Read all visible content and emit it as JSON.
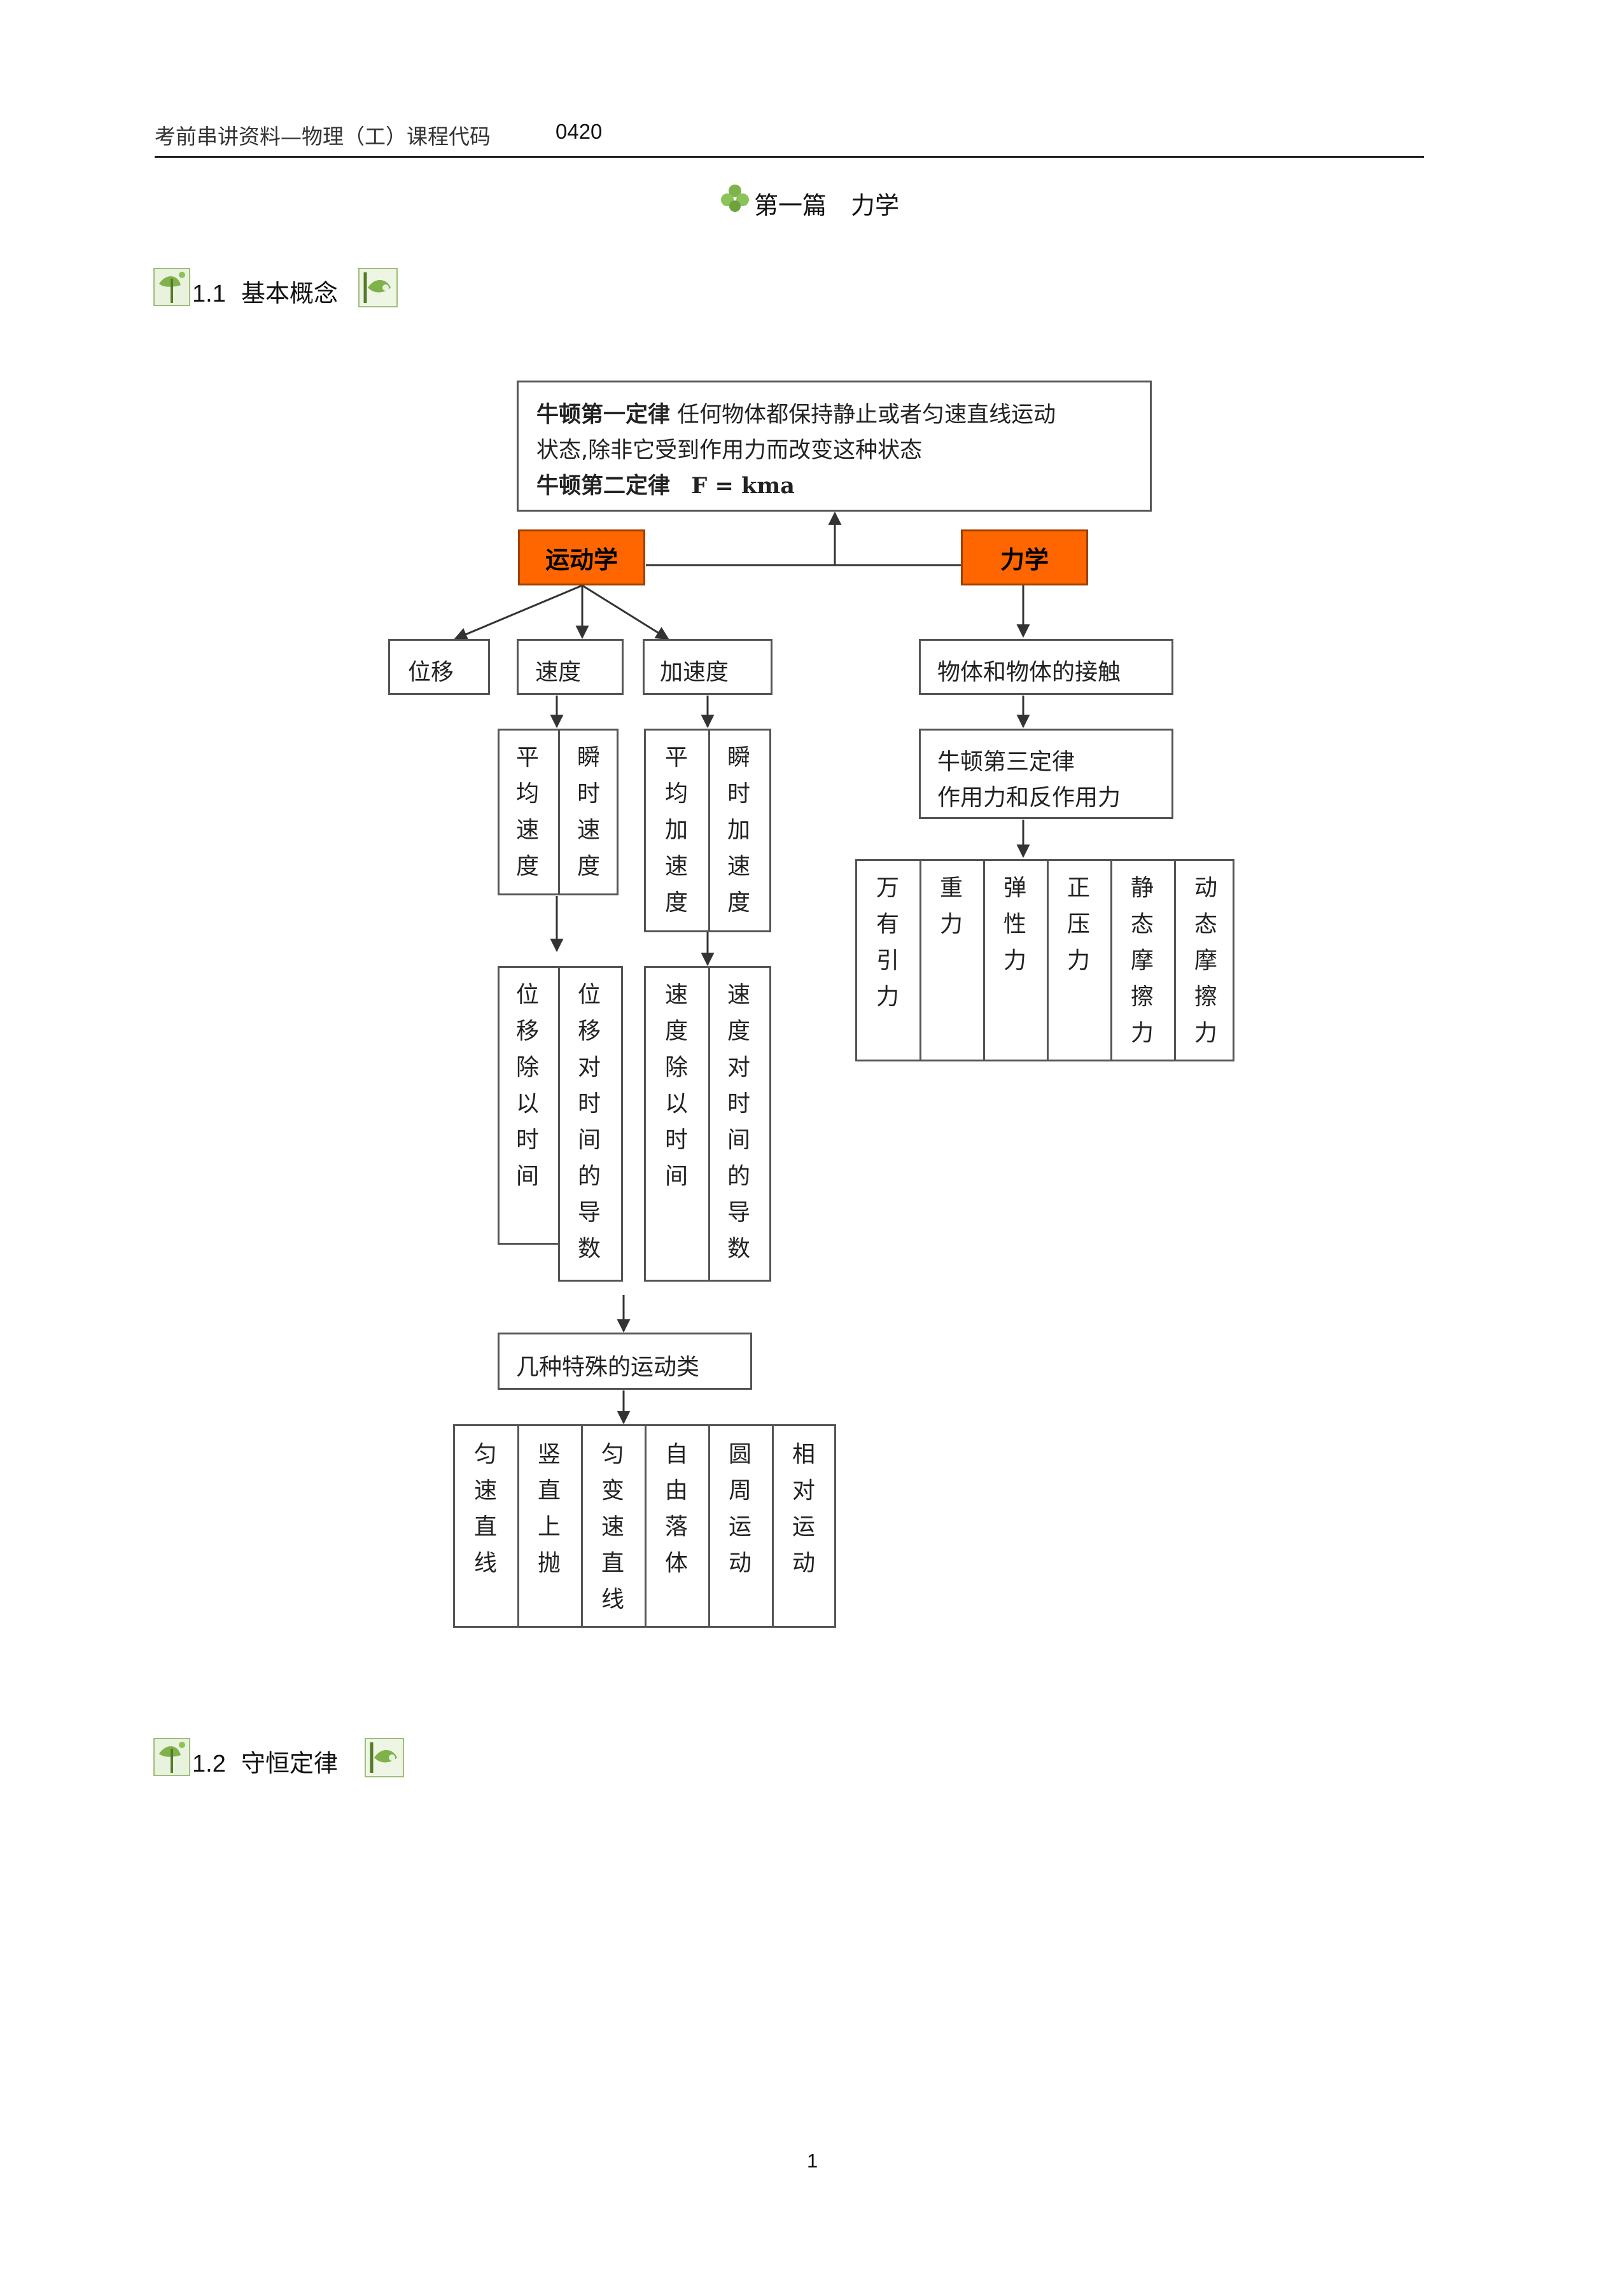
{
  "header": {
    "text": "考前串讲资料—物理（工）课程代码",
    "code": "0420"
  },
  "title": "第一篇　力学",
  "section1": {
    "number": "1.1",
    "title": "基本概念"
  },
  "section2": {
    "number": "1.2",
    "title": "守恒定律"
  },
  "page_number": "1",
  "colors": {
    "orange": "#ff6600",
    "leaf_green": "#7fb24a",
    "border": "#555555"
  },
  "diagram": {
    "laws": {
      "first_label": "牛顿第一定律",
      "first_text": "任何物体都保持静止或者匀速直线运动",
      "first_text2": "状态,除非它受到作用力而改变这种状态",
      "second_label": "牛顿第二定律",
      "second_formula": "F = kma"
    },
    "kinematics": "运动学",
    "dynamics": "力学",
    "displacement": "位移",
    "velocity": "速度",
    "acceleration": "加速度",
    "contact": "物体和物体的接触",
    "third_law": {
      "line1": "牛顿第三定律",
      "line2": "作用力和反作用力"
    },
    "velocity_types": [
      "平均速度",
      "瞬时速度"
    ],
    "acceleration_types": [
      "平均加速度",
      "瞬时加速度"
    ],
    "velocity_defs": [
      "位移除以时间",
      "位移对时间的导数"
    ],
    "acceleration_defs": [
      "速度除以时间",
      "速度对时间的导数"
    ],
    "forces": [
      "万有引力",
      "重力",
      "弹性力",
      "正压力",
      "静态摩擦力",
      "动态摩擦力"
    ],
    "special_motion": "几种特殊的运动类",
    "motions": [
      "匀速直线",
      "竖直上抛",
      "匀变速直线",
      "自由落体",
      "圆周运动",
      "相对运动"
    ]
  }
}
